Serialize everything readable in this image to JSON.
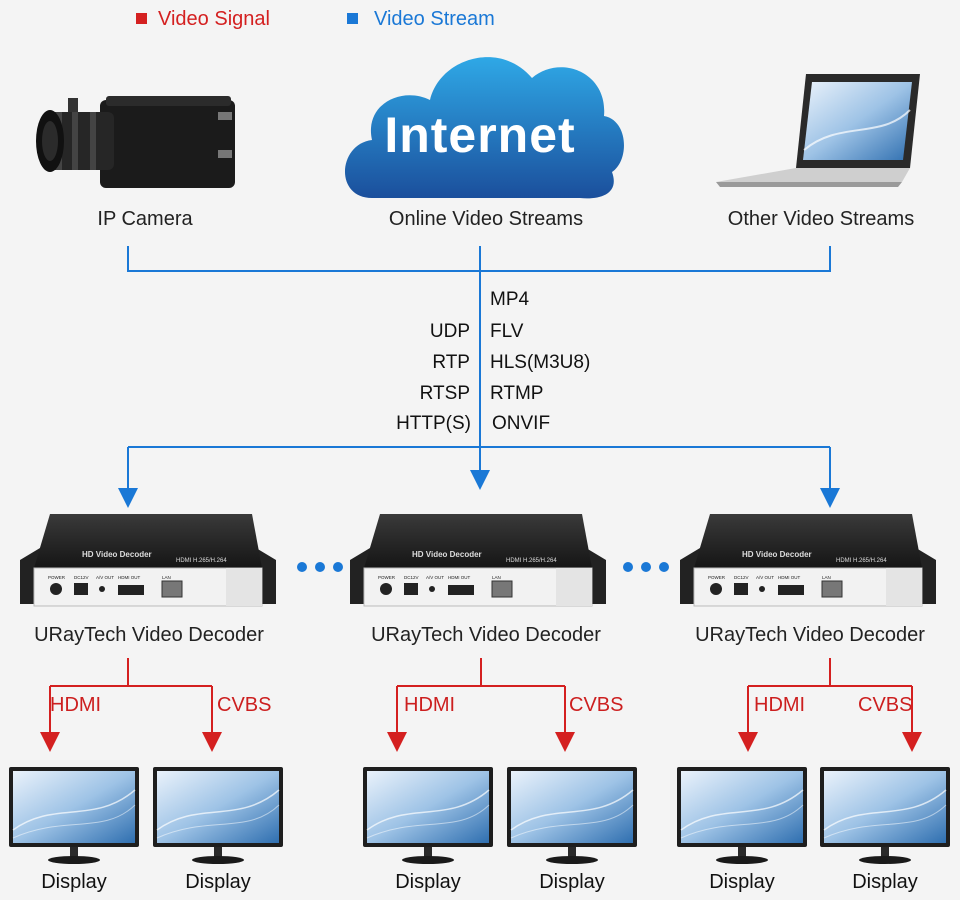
{
  "legend": {
    "signal": {
      "label": "Video Signal",
      "color": "#d42020"
    },
    "stream": {
      "label": "Video Stream",
      "color": "#1a78d6"
    }
  },
  "cloud_text": "Internet",
  "sources": [
    {
      "label": "IP Camera",
      "icon": "ip-camera-icon"
    },
    {
      "label": "Online Video Streams",
      "icon": "internet-cloud-icon"
    },
    {
      "label": "Other Video Streams",
      "icon": "laptop-icon"
    }
  ],
  "protocols_left": [
    "UDP",
    "RTP",
    "RTSP",
    "HTTP(S)"
  ],
  "protocols_right": [
    "MP4",
    "FLV",
    "HLS(M3U8)",
    "RTMP",
    "ONVIF"
  ],
  "decoders": [
    {
      "label": "URayTech Video Decoder",
      "outputs": [
        "HDMI",
        "CVBS"
      ],
      "displays": [
        "Display",
        "Display"
      ]
    },
    {
      "label": "URayTech Video Decoder",
      "outputs": [
        "HDMI",
        "CVBS"
      ],
      "displays": [
        "Display",
        "Display"
      ]
    },
    {
      "label": "URayTech Video Decoder",
      "outputs": [
        "HDMI",
        "CVBS"
      ],
      "displays": [
        "Display",
        "Display"
      ]
    }
  ],
  "device_text": {
    "title": "HD Video Decoder",
    "model": "HDMI H.265/H.264",
    "ports": [
      "POWER",
      "DC12V",
      "A/V OUT",
      "HDMI OUT",
      "LAN"
    ]
  }
}
